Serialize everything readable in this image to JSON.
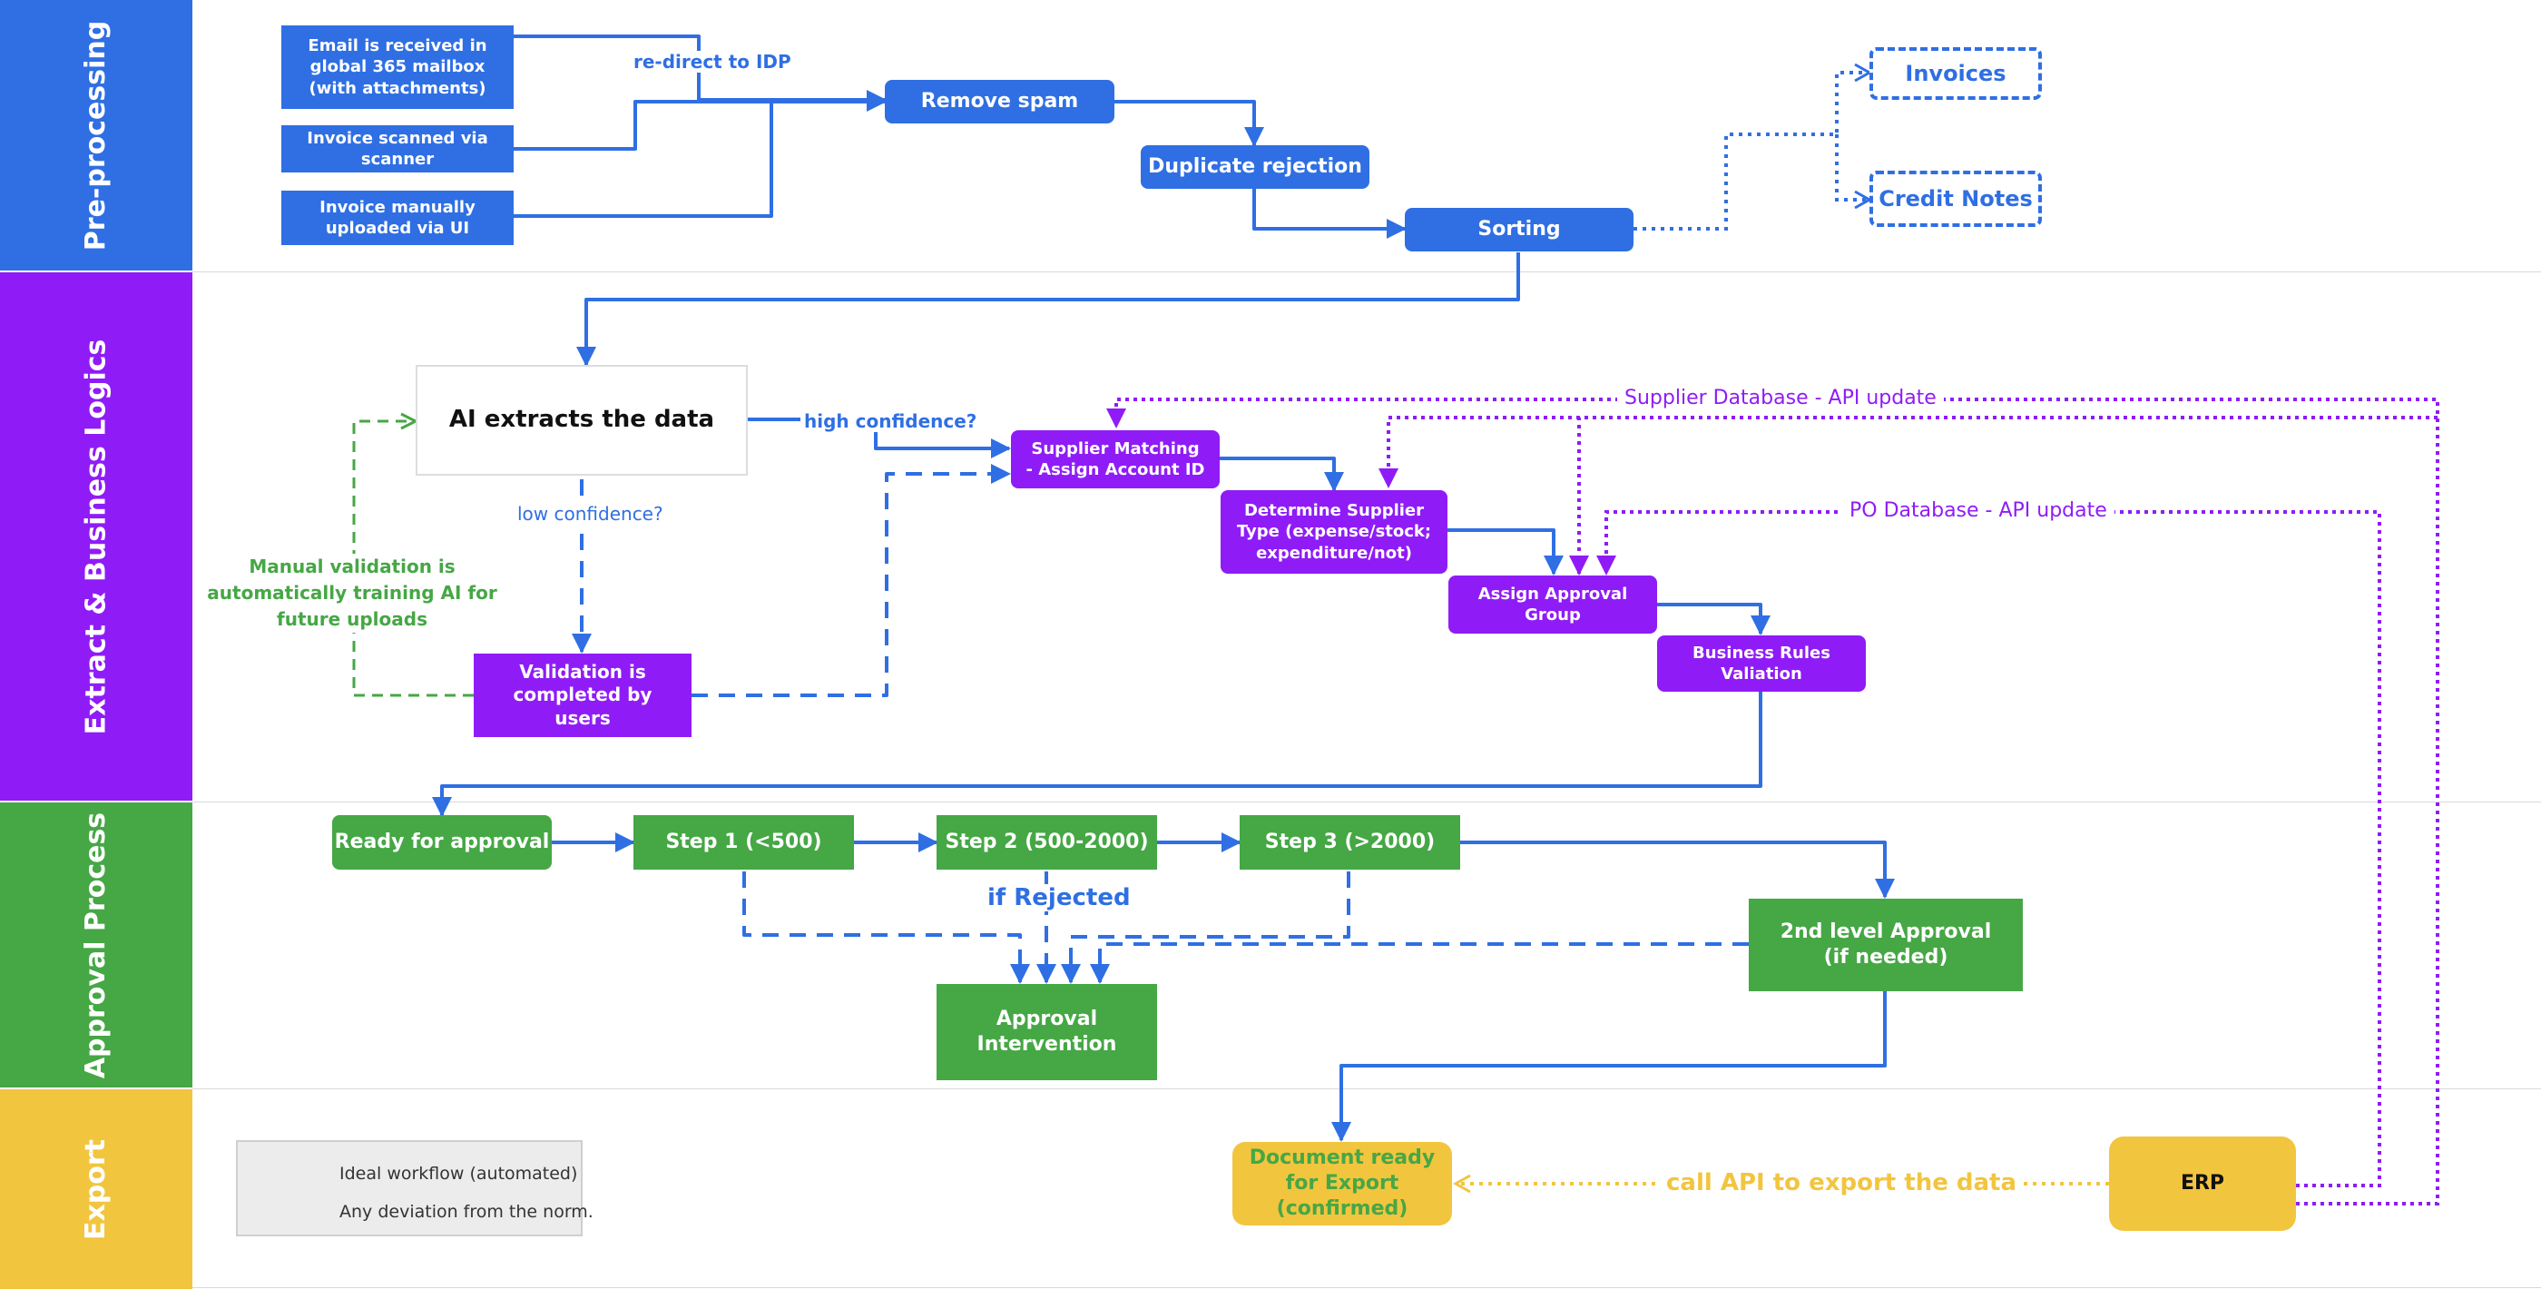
{
  "lanes": {
    "preprocessing": "Pre-processing",
    "extract": "Extract & Business Logics",
    "approval": "Approval Process",
    "export": "Export"
  },
  "colors": {
    "blue": "#2f6fe3",
    "purple": "#8f1cf6",
    "green": "#46a745",
    "yellow": "#f2c53f"
  },
  "nodes": {
    "email": "Email is received in global 365 mailbox (with attachments)",
    "scanned": "Invoice scanned via scanner",
    "uploaded": "Invoice manually uploaded via UI",
    "remove_spam": "Remove spam",
    "duplicate": "Duplicate rejection",
    "sorting": "Sorting",
    "invoices": "Invoices",
    "credit_notes": "Credit Notes",
    "ai_extract": "AI extracts the data",
    "validation": "Validation is completed by users",
    "supplier_matching": "Supplier Matching - Assign Account ID",
    "supplier_type": "Determine Supplier Type (expense/stock; expenditure/not)",
    "approval_group": "Assign Approval Group",
    "business_rules": "Business Rules Valiation",
    "ready": "Ready for approval",
    "step1": "Step 1 (<500)",
    "step2": "Step 2 (500-2000)",
    "step3": "Step 3 (>2000)",
    "second_level": "2nd level Approval (if needed)",
    "intervention": "Approval Intervention",
    "doc_ready": "Document ready for Export (confirmed)",
    "erp": "ERP"
  },
  "labels": {
    "redirect": "re-direct to IDP",
    "high_conf": "high confidence?",
    "low_conf": "low confidence?",
    "manual_validation": "Manual validation is automatically training AI for future uploads",
    "supplier_db": "Supplier Database - API update",
    "po_db": "PO Database - API update",
    "if_rejected": "if Rejected",
    "call_api": "call API to export the data"
  },
  "legend": {
    "ideal": "Ideal workflow (automated)",
    "deviation": "Any deviation from the norm."
  }
}
